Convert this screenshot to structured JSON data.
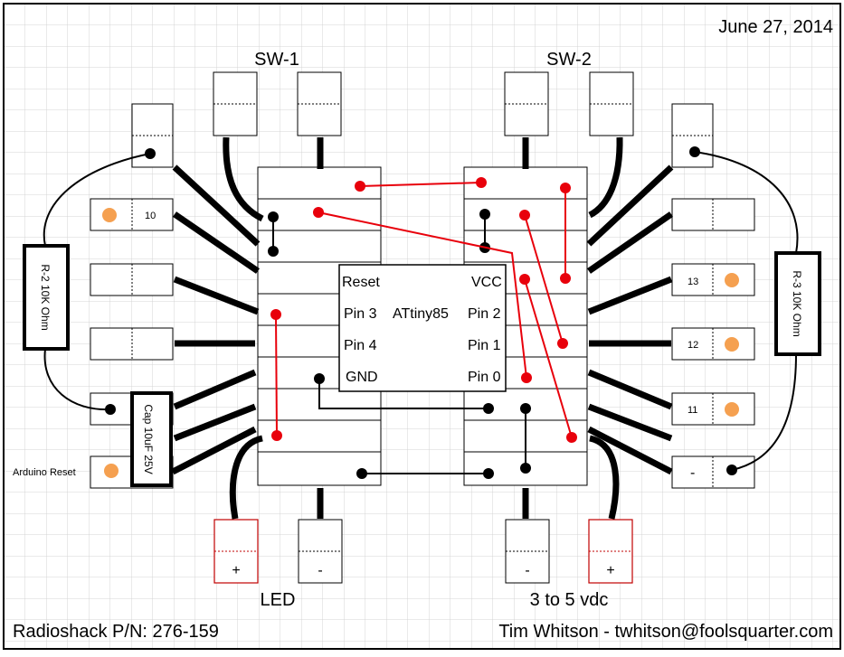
{
  "header": {
    "date": "June 27, 2014"
  },
  "switches": {
    "sw1": "SW-1",
    "sw2": "SW-2"
  },
  "chip": {
    "name": "ATtiny85",
    "left_pins": [
      "Reset",
      "Pin 3",
      "Pin 4",
      "GND"
    ],
    "right_pins": [
      "VCC",
      "Pin 2",
      "Pin 1",
      "Pin 0"
    ]
  },
  "resistors": {
    "r2": "R-2 10K Ohm",
    "r3": "R-3 10K Ohm"
  },
  "capacitor": {
    "label": "Cap 10uF 25V"
  },
  "headers": {
    "left": [
      "10",
      "Arduino Reset"
    ],
    "right": [
      "13",
      "12",
      "11",
      "-"
    ]
  },
  "terminals": {
    "plus": "+",
    "minus": "-"
  },
  "captions": {
    "led": "LED",
    "power": "3 to 5 vdc"
  },
  "footer": {
    "part_number": "Radioshack P/N: 276-159",
    "author": "Tim Whitson - twhitson@foolsquarter.com"
  },
  "colors": {
    "grid": "#d4d4d4",
    "wire_red": "#e8000b",
    "dot_orange": "#f5a050",
    "black": "#000000",
    "terminal_red": "#c00000"
  }
}
